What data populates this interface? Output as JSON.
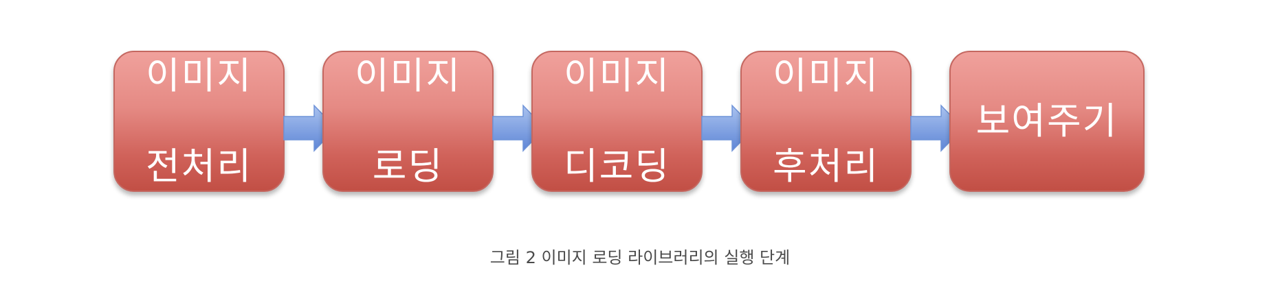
{
  "diagram": {
    "steps": [
      {
        "line1": "이미지",
        "line2": "전처리"
      },
      {
        "line1": "이미지",
        "line2": "로딩"
      },
      {
        "line1": "이미지",
        "line2": "디코딩"
      },
      {
        "line1": "이미지",
        "line2": "후처리"
      },
      {
        "line1": "보여주기",
        "line2": ""
      }
    ],
    "colors": {
      "box_fill_top": "#f0a19c",
      "box_fill_bottom": "#c24f45",
      "arrow_fill": "#7ea2e2",
      "caption_text": "#4a4a4a"
    }
  },
  "caption": "그림 2 이미지 로딩 라이브러리의 실행 단계"
}
